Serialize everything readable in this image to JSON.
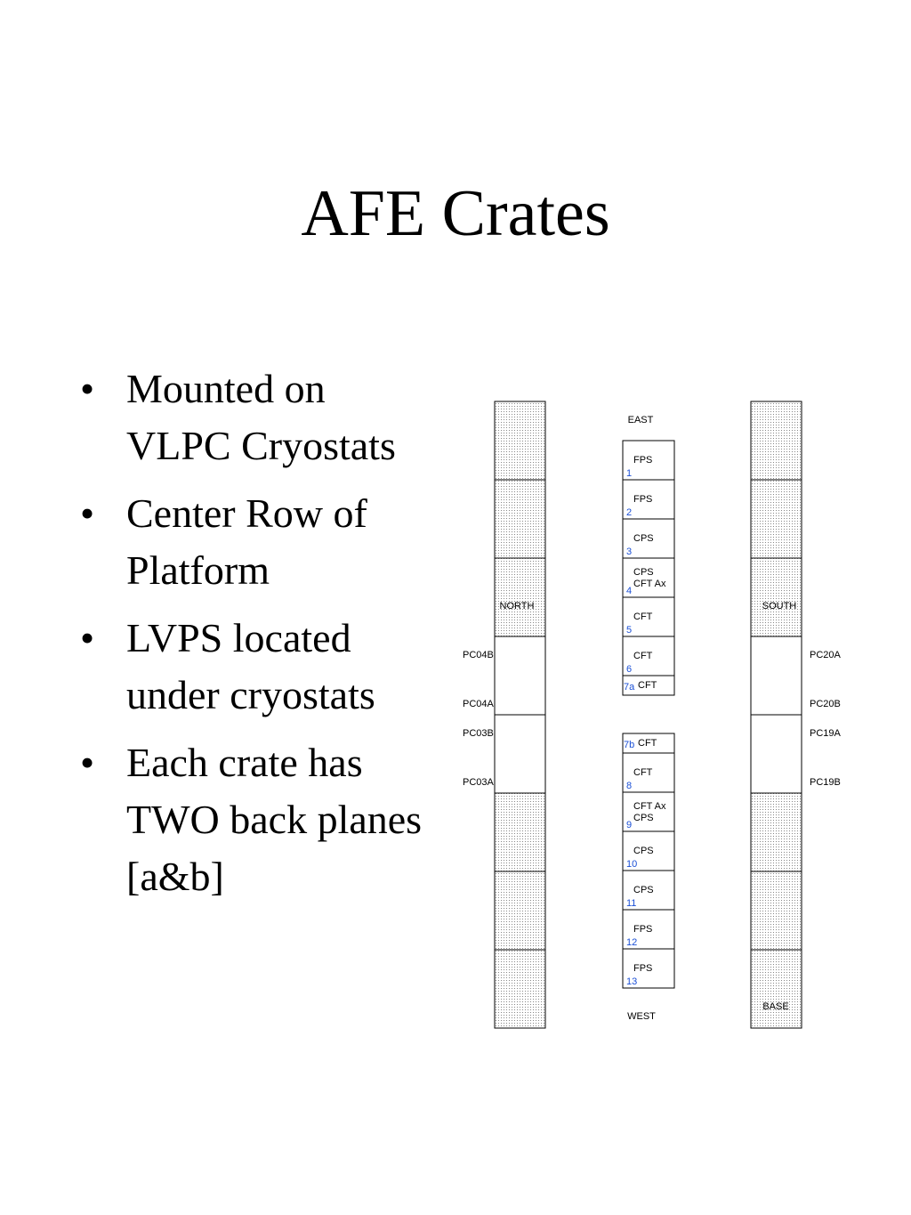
{
  "title": "AFE Crates",
  "bullets": [
    "Mounted on VLPC Cryostats",
    "Center Row of Platform",
    "LVPS located under cryostats",
    "Each crate has TWO back planes [a&b]"
  ],
  "diagram": {
    "top_label": "EAST",
    "bottom_label": "WEST",
    "north_label": "NORTH",
    "south_label": "SOUTH",
    "base_label": "BASE",
    "left_side_labels": [
      "PC04B",
      "PC04A",
      "PC03B",
      "PC03A"
    ],
    "right_side_labels": [
      "PC20A",
      "PC20B",
      "PC19A",
      "PC19B"
    ],
    "crates": [
      {
        "number": "1",
        "lines": [
          "FPS"
        ]
      },
      {
        "number": "2",
        "lines": [
          "FPS"
        ]
      },
      {
        "number": "3",
        "lines": [
          "CPS"
        ]
      },
      {
        "number": "4",
        "lines": [
          "CPS",
          "CFT Ax"
        ]
      },
      {
        "number": "5",
        "lines": [
          "CFT"
        ]
      },
      {
        "number": "6",
        "lines": [
          "CFT"
        ]
      },
      {
        "number": "7a",
        "lines": [
          "CFT"
        ]
      },
      {
        "number": "7b",
        "lines": [
          "CFT"
        ]
      },
      {
        "number": "8",
        "lines": [
          "CFT"
        ]
      },
      {
        "number": "9",
        "lines": [
          "CFT Ax",
          "CPS"
        ]
      },
      {
        "number": "10",
        "lines": [
          "CPS"
        ]
      },
      {
        "number": "11",
        "lines": [
          "CPS"
        ]
      },
      {
        "number": "12",
        "lines": [
          "FPS"
        ]
      },
      {
        "number": "13",
        "lines": [
          "FPS"
        ]
      }
    ],
    "number_color": "#1a4fd6"
  }
}
